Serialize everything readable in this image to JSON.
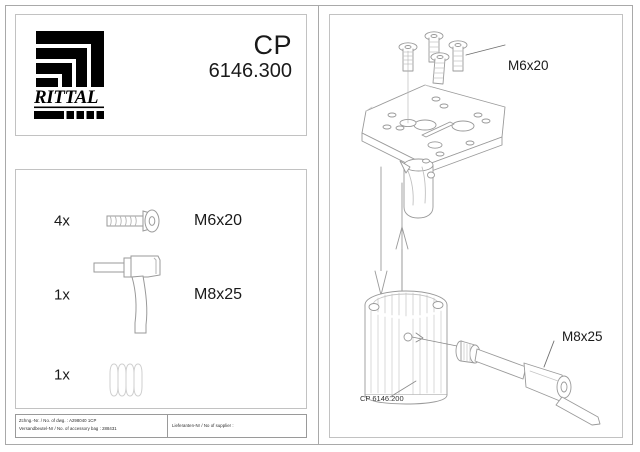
{
  "document": {
    "brand": "RITTAL",
    "brand_logo_icon": "rittal-logo-icon",
    "title": "CP",
    "part_number": "6146.300"
  },
  "parts_list": {
    "items": [
      {
        "qty": "4x",
        "label": "M6x20",
        "icon": "countersunk-screw-icon"
      },
      {
        "qty": "1x",
        "label": "M8x25",
        "icon": "clamping-lever-icon"
      },
      {
        "qty": "1x",
        "label": "",
        "icon": "lock-washers-icon"
      }
    ]
  },
  "footer": {
    "drawing_line": "Zchng.-Nr. / No. of dwg. : A298040 1CP",
    "bag_line": "Versandbeutel-Nr / No. of accessory bag : 288431",
    "supplier_line": "Lieferanten-Nr / No  of supplier :"
  },
  "drawing": {
    "callouts": [
      {
        "id": "m6-callout",
        "text": "M6x20"
      },
      {
        "id": "m8-callout",
        "text": "M8x25"
      },
      {
        "id": "cp-callout",
        "text": "CP 6146.200"
      }
    ],
    "arrows": [
      {
        "id": "down-arrow",
        "direction": "down"
      },
      {
        "id": "up-arrow",
        "direction": "up"
      }
    ]
  },
  "colors": {
    "line": "#9a9a9a",
    "frame": "#c2c2c2",
    "text": "#1a1a1a",
    "logo": "#000000"
  }
}
